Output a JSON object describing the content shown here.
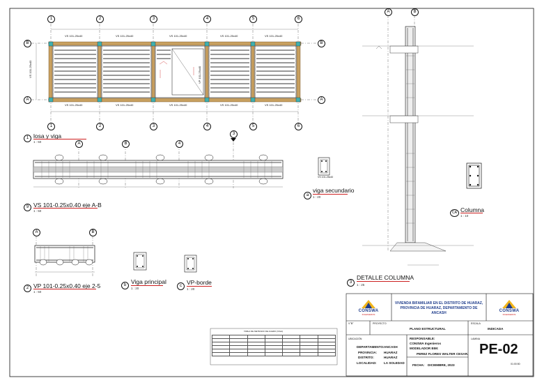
{
  "grid_numbers": [
    "1",
    "2",
    "3",
    "4",
    "5",
    "6"
  ],
  "grid_letters": [
    "B",
    "A"
  ],
  "lower_axis_labels": [
    "A",
    "B",
    "4",
    "3"
  ],
  "detail_axis_labels": [
    "A",
    "B"
  ],
  "titles": {
    "plan": {
      "num": "1",
      "name": "losa y viga",
      "scale": "1 : 50"
    },
    "vs": {
      "num": "9",
      "name": "VS 101-0.25x0.40 eje A-B",
      "scale": "1 : 50"
    },
    "vp": {
      "num": "2",
      "name": "VP 101-0.25x0.40 eje 2-5",
      "scale": "1 : 50"
    },
    "vigasec": {
      "num": "a",
      "name": "viga secundario",
      "scale": "1 : 20"
    },
    "vigaprin": {
      "num": "b",
      "name": "Viga principal",
      "scale": "1 : 20"
    },
    "vpborde": {
      "num": "c",
      "name": "VP-borde",
      "scale": "1 : 20"
    },
    "columna": {
      "num": "CA",
      "name": "Columna",
      "scale": "1 : 10"
    },
    "detalle": {
      "num": "3",
      "name": "DETALLE COLUMNA",
      "scale": "1 : 25"
    }
  },
  "beam_tags": {
    "top": [
      "VS 101-25x40",
      "VS 101-25x40",
      "VS 101-25x40",
      "VS 101-25x40",
      "VS 101-25x40"
    ],
    "bottom": [
      "VS 101-25x40",
      "VS 101-25x40",
      "VS 101-25x40",
      "VS 101-25x40",
      "VS 101-25x40"
    ],
    "side_left": "VS 101-25x40",
    "side_mid": "VP 101-25x40",
    "section_a": "VS 101-25x40"
  },
  "title_block": {
    "company": "CONSWA",
    "company_sub": "INGENIEROS",
    "project_title": "VIVIENDA BIFAMILIAR EN EL DISTRITO DE HUARAZ, PROVINCIA DE HUARAZ, DEPARTAMENTO DE ANCASH",
    "vb_label": "V°B°",
    "proyecto_label": "PROYECTO",
    "proyecto_value": "PLANO ESTRUCTURAL",
    "escala_label": "ESCALA",
    "escala_value": "INDICADA",
    "ubicacion_label": "UBICACIÓN",
    "departamento_label": "DEPARTAMENTO:",
    "departamento_value": "ANCASH",
    "provincia_label": "PROVINCIA:",
    "provincia_value": "HUARAZ",
    "distrito_label": "DISTRITO:",
    "distrito_value": "HUARAZ",
    "localidad_label": "LOCALIDAD:",
    "localidad_value": "LA SOLEDAD",
    "responsable_label": "RESPONSABLE:",
    "responsable_value": "CONSWA Ingenieros",
    "modelador_label": "MODELADOR BIM:",
    "modelador_value": "PEREZ FLORES WALTER CESAR.",
    "fecha_label": "FECHA:",
    "fecha_value": "DICIEMBRE, 2023",
    "lamina_label": "LAMINA",
    "sheet_number": "PE-02",
    "sheet_scale": "01:00:50"
  },
  "schedule_title": "TABLA DE METRADO DE ACERO (VIGA)",
  "colors": {
    "line": "#111111",
    "red": "#cc1f1f",
    "beam": "#c8a060",
    "slab": "#7a7a7a",
    "col": "#3fb0b0",
    "blue": "#1f3d8c",
    "yellow": "#f2b51b"
  }
}
